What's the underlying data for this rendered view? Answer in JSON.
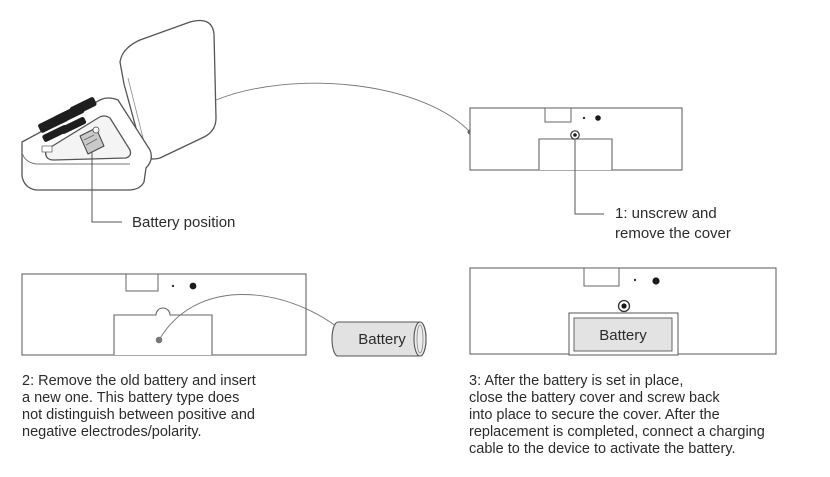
{
  "labels": {
    "battery_position": "Battery position",
    "step1_line1": "1: unscrew and",
    "step1_line2": "remove the cover",
    "battery_cell": "Battery",
    "battery_installed": "Battery"
  },
  "steps": {
    "step2": "2: Remove the old battery and insert\na new one. This battery type does\nnot distinguish between positive and\nnegative electrodes/polarity.",
    "step3": "3: After the battery is set in place,\nclose the battery cover and screw back\ninto place to secure the cover. After the\nreplacement is completed, connect a charging\ncable to the device to activate the battery."
  }
}
